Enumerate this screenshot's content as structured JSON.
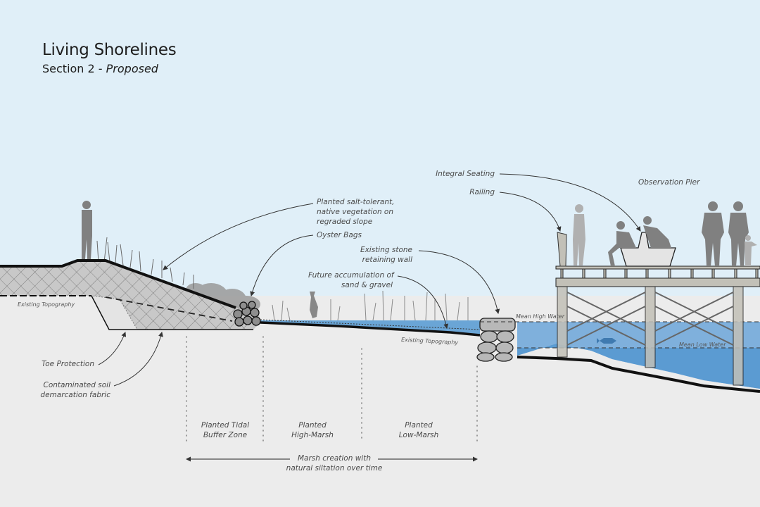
{
  "header": {
    "title": "Living Shorelines",
    "subtitle_prefix": "Section 2 - ",
    "subtitle_emphasis": "Proposed"
  },
  "colors": {
    "sky": "#e0eff8",
    "ground": "#ececec",
    "fill_hatch": "#c8c8c8",
    "water_high": "#7fb0dc",
    "water_low": "#5b9bd2",
    "pier": "#c2c0b7",
    "silhouette": "#808080",
    "silhouette_light": "#aaaaaa",
    "outline": "#111111"
  },
  "callouts": {
    "planted_slope": [
      "Planted salt-tolerant,",
      "native vegetation on",
      "regraded slope"
    ],
    "oyster_bags": "Oyster Bags",
    "stone_wall": [
      "Existing stone",
      "retaining wall"
    ],
    "future_accumulation": [
      "Future accumulation of",
      "sand & gravel"
    ],
    "integral_seating": "Integral Seating",
    "railing": "Railing",
    "observation_pier": "Observation Pier",
    "existing_topography_left": "Existing Topography",
    "existing_topography_mid": "Existing Topography",
    "mean_high_water": "Mean High Water",
    "mean_low_water": "Mean Low Water",
    "toe_protection": "Toe Protection",
    "demarcation_fabric": [
      "Contaminated soil",
      "demarcation fabric"
    ]
  },
  "zones": [
    {
      "line1": "Planted Tidal",
      "line2": "Buffer Zone"
    },
    {
      "line1": "Planted",
      "line2": "High-Marsh"
    },
    {
      "line1": "Planted",
      "line2": "Low-Marsh"
    }
  ],
  "marsh_arrow": [
    "Marsh creation with",
    "natural siltation over time"
  ]
}
